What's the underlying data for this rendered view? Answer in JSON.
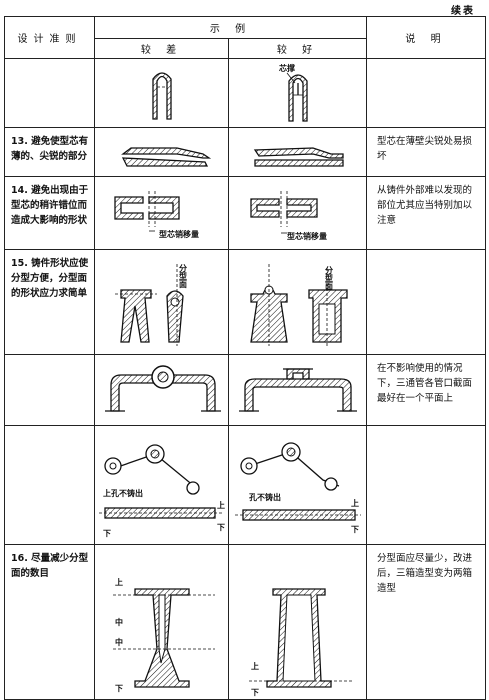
{
  "continued": "续表",
  "header": {
    "criteria": "设计准则",
    "examples": "示 例",
    "worse": "较 差",
    "better": "较 好",
    "explanation": "说 明"
  },
  "rows": [
    {
      "criterion": "",
      "explanation": "",
      "label_better": "芯撑"
    },
    {
      "criterion": "13. 避免使型芯有薄的、尖锐的部分",
      "explanation": "型芯在薄壁尖锐处易损坏"
    },
    {
      "criterion": "14. 避免出现由于型芯的稍许错位而造成大影响的形状",
      "explanation": "从铸件外部难以发现的部位尤其应当特别加以注意",
      "label_worse": "型芯销移量",
      "label_better": "型芯销移量"
    },
    {
      "criterion": "15. 铸件形状应使分型方便，分型面的形状应力求简单",
      "explanation": "",
      "label_worse": "分型面",
      "label_better": "分型面"
    },
    {
      "criterion": "",
      "explanation": "在不影响使用的情况下，三通管各管口截面最好在一个平面上"
    },
    {
      "criterion": "",
      "explanation": "",
      "label_worse": "孔不铸出",
      "label_better": "孔不铸出",
      "up": "上",
      "down": "下"
    },
    {
      "criterion": "16. 尽量减少分型面的数目",
      "explanation": "分型面应尽量少，改进后，三箱造型变为两箱造型",
      "up": "上",
      "mid": "中",
      "down": "下"
    }
  ]
}
